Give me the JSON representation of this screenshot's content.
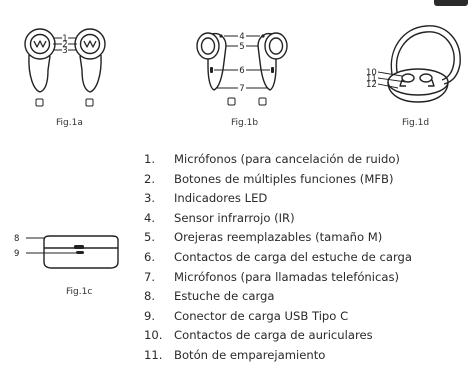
{
  "figures": {
    "fig1a": {
      "caption": "Fig.1a",
      "callouts": [
        "1",
        "2",
        "3"
      ]
    },
    "fig1b": {
      "caption": "Fig.1b",
      "callouts": [
        "4",
        "5",
        "6",
        "7"
      ]
    },
    "fig1c": {
      "caption": "Fig.1c",
      "callouts": [
        "8",
        "9"
      ]
    },
    "fig1d": {
      "caption": "Fig.1d",
      "callouts": [
        "10",
        "11",
        "12"
      ]
    }
  },
  "parts": [
    {
      "num": "1.",
      "label": "Micrófonos (para cancelación de ruido)"
    },
    {
      "num": "2.",
      "label": "Botones de múltiples funciones (MFB)"
    },
    {
      "num": "3.",
      "label": "Indicadores LED"
    },
    {
      "num": "4.",
      "label": "Sensor infrarrojo (IR)"
    },
    {
      "num": "5.",
      "label": "Orejeras reemplazables (tamaño M)"
    },
    {
      "num": "6.",
      "label": "Contactos de carga del estuche de carga"
    },
    {
      "num": "7.",
      "label": "Micrófonos (para llamadas telefónicas)"
    },
    {
      "num": "8.",
      "label": "Estuche de carga"
    },
    {
      "num": "9.",
      "label": "Conector de carga USB Tipo C"
    },
    {
      "num": "10.",
      "label": "Contactos de carga de auriculares"
    },
    {
      "num": "11.",
      "label": "Botón de emparejamiento"
    }
  ]
}
